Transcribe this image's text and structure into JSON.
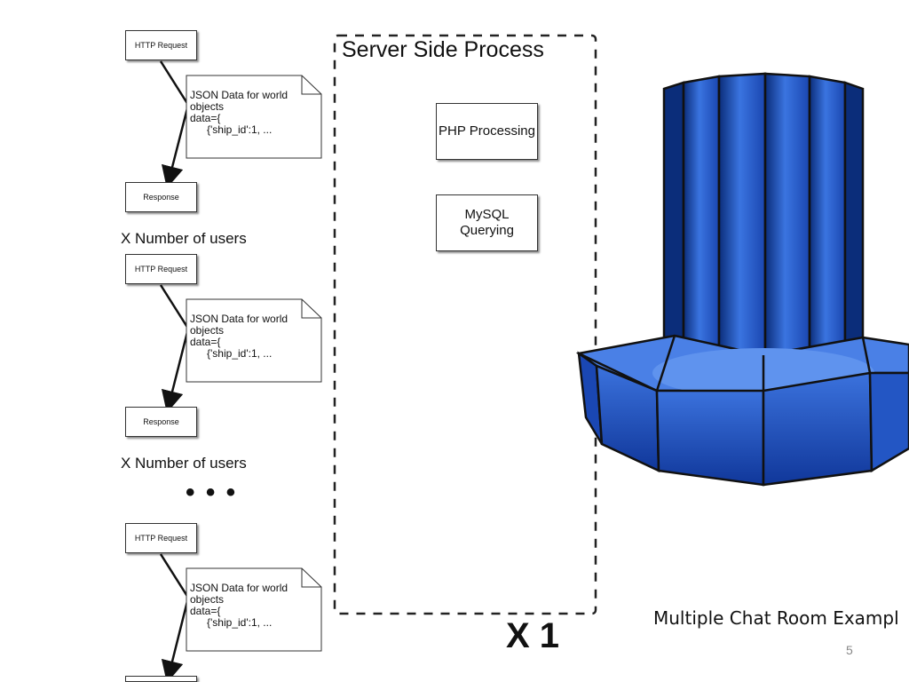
{
  "flow_blocks": [
    {
      "request_label": "HTTP Request",
      "response_label": "Response",
      "note_lines": [
        "JSON Data for world",
        "objects",
        "data={"
      ],
      "note_indent_line": "{'ship_id':1, ...",
      "multiplier_label": "X  Number of users"
    },
    {
      "request_label": "HTTP Request",
      "response_label": "Response",
      "note_lines": [
        "JSON Data for world",
        "objects",
        "data={"
      ],
      "note_indent_line": "{'ship_id':1, ...",
      "multiplier_label": "X  Number of users"
    },
    {
      "request_label": "HTTP Request",
      "response_label": "",
      "note_lines": [
        "JSON Data for world",
        "objects",
        "data={"
      ],
      "note_indent_line": "{'ship_id':1, ...",
      "multiplier_label": ""
    }
  ],
  "ellipsis": "• • •",
  "server": {
    "title": "Server Side Process",
    "php_label": "PHP Processing",
    "mysql_line1": "MySQL",
    "mysql_line2": "Querying",
    "multiplier": "X 1"
  },
  "caption": "Multiple Chat Room Exampl",
  "page_number": "5",
  "colors": {
    "server_dark": "#0b2d7a",
    "server_mid": "#1f55c8",
    "server_light": "#4f86ea",
    "outline": "#111111"
  }
}
